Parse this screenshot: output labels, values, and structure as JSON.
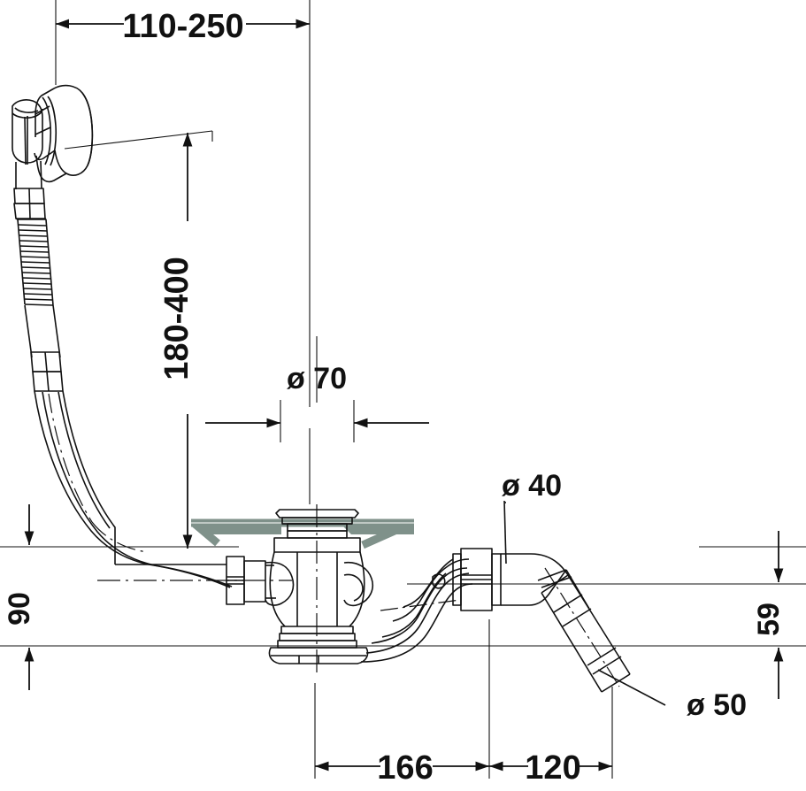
{
  "drawing": {
    "title": "Bath waste and overflow set - dimensioned technical drawing",
    "units": "mm",
    "background_color": "#ffffff",
    "line_color": "#111111",
    "tub_color": "#7f918a"
  },
  "dimensions": {
    "overflow_horizontal": {
      "label": "110-250",
      "orientation": "horizontal",
      "arrows": "outward",
      "font_size": 38
    },
    "overflow_vertical": {
      "label": "180-400",
      "orientation": "vertical",
      "arrows": "outward",
      "font_size": 38
    },
    "drain_diameter": {
      "label": "ø 70",
      "orientation": "horizontal",
      "arrows": "inward",
      "font_size": 34
    },
    "outlet_pipe_diameter": {
      "label": "ø 40",
      "orientation": "leader",
      "font_size": 34
    },
    "discharge_pipe_diameter": {
      "label": "ø 50",
      "orientation": "leader",
      "font_size": 34
    },
    "height_left": {
      "label": "90",
      "orientation": "vertical",
      "arrows": "outward",
      "font_size": 34
    },
    "height_right": {
      "label": "59",
      "orientation": "vertical",
      "arrows": "outward",
      "font_size": 34
    },
    "length_drain_to_center": {
      "label": "166",
      "orientation": "horizontal",
      "arrows": "outward",
      "font_size": 38
    },
    "length_center_to_outlet": {
      "label": "120",
      "orientation": "horizontal",
      "arrows": "outward",
      "font_size": 38
    }
  },
  "components": {
    "overflow_cover": "overflow-cover-plate",
    "flexible_hose": "corrugated-flexible-hose",
    "overflow_pipe": "overflow-connection-pipe",
    "drain_body": "waste-drain-body",
    "pop_up_plug": "pop-up-waste-plug",
    "tub_surface": "bath-tub-wall-profile",
    "trap": "trap-siphon-body",
    "outlet_elbow": "outlet-elbow-pipe",
    "discharge_pipe": "discharge-pipe"
  }
}
